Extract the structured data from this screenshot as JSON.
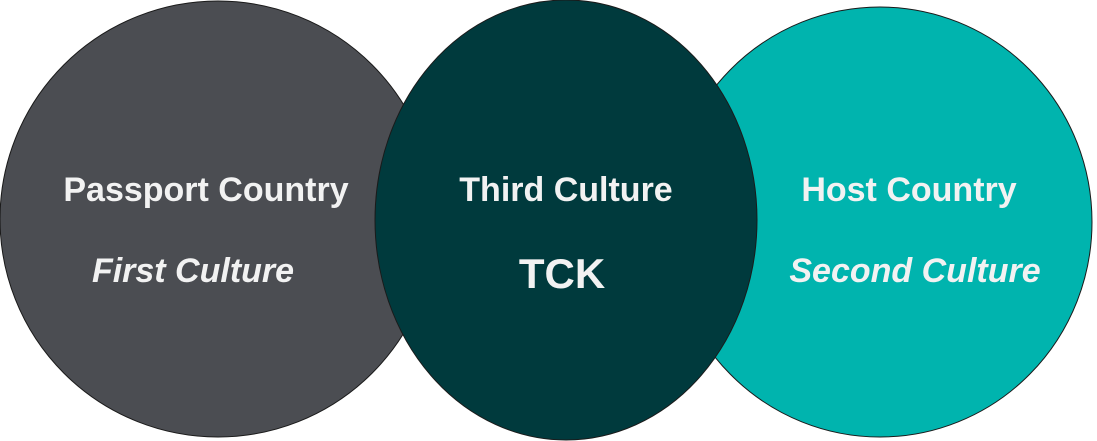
{
  "diagram": {
    "left": {
      "title": "Passport Country",
      "subtitle": "First Culture",
      "fill": "#4b4d52"
    },
    "middle": {
      "title": "Third Culture",
      "acronym": "TCK",
      "fill": "#003a3d"
    },
    "right": {
      "title": "Host Country",
      "subtitle": "Second Culture",
      "fill": "#00b4ae"
    },
    "text_color": "#f2f2f2",
    "outline_color": "#1a1a1a"
  }
}
